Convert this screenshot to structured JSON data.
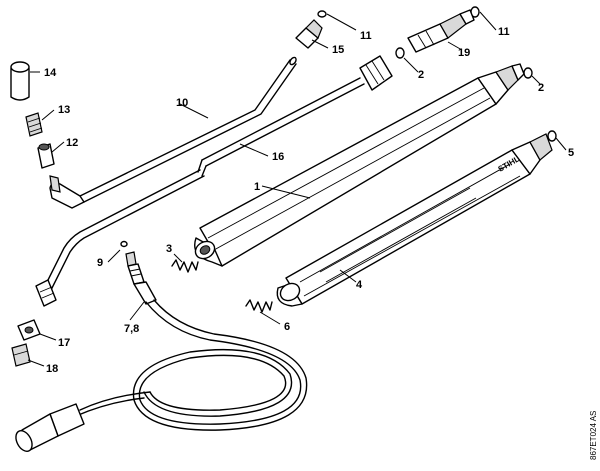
{
  "callouts": [
    {
      "id": "c11a",
      "text": "11"
    },
    {
      "id": "c15",
      "text": "15"
    },
    {
      "id": "c11b",
      "text": "11"
    },
    {
      "id": "c19",
      "text": "19"
    },
    {
      "id": "c2a",
      "text": "2"
    },
    {
      "id": "c2b",
      "text": "2"
    },
    {
      "id": "c14",
      "text": "14"
    },
    {
      "id": "c10",
      "text": "10"
    },
    {
      "id": "c13",
      "text": "13"
    },
    {
      "id": "c12",
      "text": "12"
    },
    {
      "id": "c16",
      "text": "16"
    },
    {
      "id": "c1",
      "text": "1"
    },
    {
      "id": "c5",
      "text": "5"
    },
    {
      "id": "c3",
      "text": "3"
    },
    {
      "id": "c9",
      "text": "9"
    },
    {
      "id": "c4",
      "text": "4"
    },
    {
      "id": "c6",
      "text": "6"
    },
    {
      "id": "c78",
      "text": "7,8"
    },
    {
      "id": "c17",
      "text": "17"
    },
    {
      "id": "c18",
      "text": "18"
    }
  ],
  "brand_text": "STIHL",
  "drawing_code": "867ET024 AS"
}
